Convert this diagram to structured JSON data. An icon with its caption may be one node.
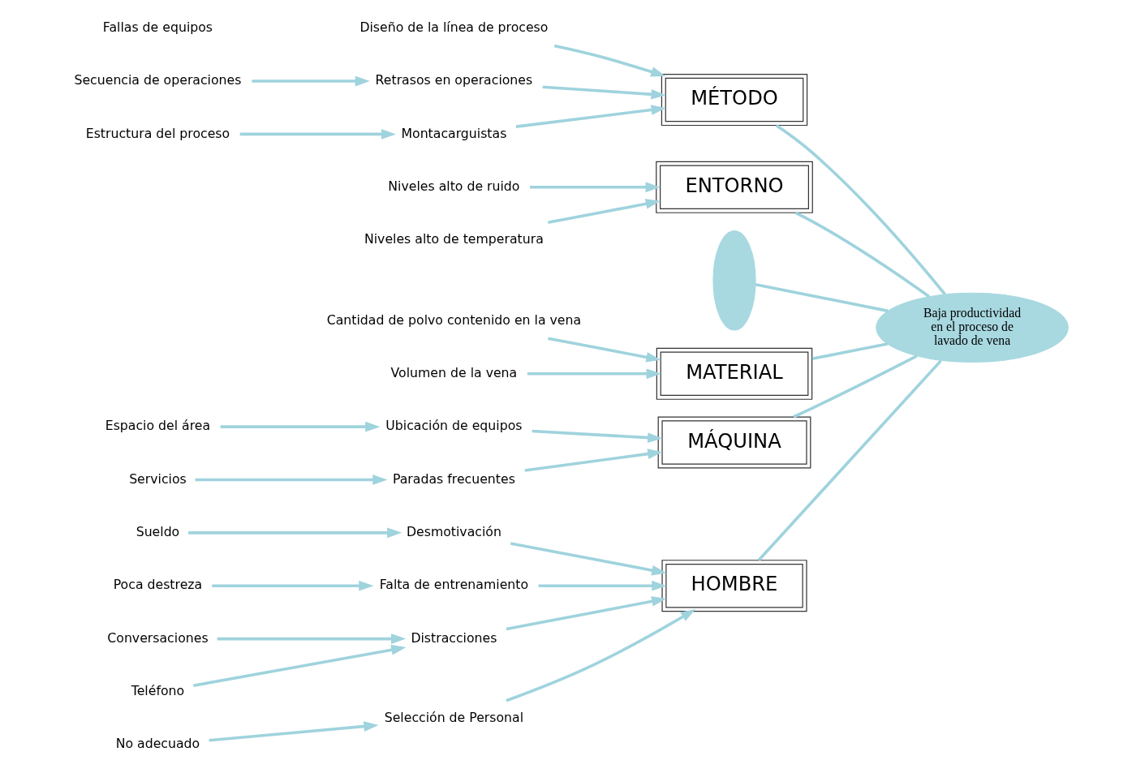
{
  "diagram": {
    "nodes": [
      {
        "text": [
          "HOMBRE"
        ]
      },
      {
        "text": [
          "MÉTODO"
        ]
      },
      {
        "text": [
          "ENTORNO"
        ]
      },
      {
        "text": [
          "Desmotivación"
        ]
      },
      {
        "text": [
          "Sueldo"
        ]
      },
      {
        "text": [
          "Poca destreza"
        ]
      },
      {
        "text": [
          "Falta de entrenamiento"
        ]
      },
      {
        "text": [
          "Conversaciones"
        ]
      },
      {
        "text": [
          "Distracciones"
        ]
      },
      {
        "text": [
          "Teléfono"
        ]
      },
      {
        "text": [
          "No adecuado"
        ]
      },
      {
        "text": [
          "Selección de Personal"
        ]
      },
      {
        "text": [
          "Diseño de la línea de proceso"
        ]
      },
      {
        "text": [
          "Secuencia de operaciones"
        ]
      },
      {
        "text": [
          "Retrasos en operaciones"
        ]
      },
      {
        "text": [
          "Estructura del proceso"
        ]
      },
      {
        "text": [
          "Montacarguistas"
        ]
      },
      {
        "text": [
          "Niveles alto de ruido"
        ]
      },
      {
        "text": [
          "Niveles alto de temperatura"
        ]
      },
      {
        "text": [],
        "shape": "crescent"
      },
      {
        "text": [
          "Baja productividad en el proceso de lavado de vena"
        ]
      },
      {
        "text": [
          "Espacio del área"
        ]
      },
      {
        "text": [
          "Ubicación de equipos"
        ]
      },
      {
        "text": [
          "Paradas frecuentes"
        ]
      },
      {
        "text": [
          "Servicios"
        ]
      },
      {
        "text": [
          "Cantidad de polvo contenido en la vena"
        ]
      },
      {
        "text": [
          "Volumen de la vena"
        ]
      },
      {
        "text": [
          "MATERIAL"
        ]
      },
      {
        "text": [
          "MÁQUINA"
        ]
      }
    ],
    "edges": [
      {
        "from": 4,
        "to": 3,
        "arrow": "to"
      },
      {
        "from": 3,
        "to": 0,
        "arrow": "to"
      },
      {
        "from": 5,
        "to": 6,
        "arrow": "to"
      },
      {
        "from": 6,
        "to": 0,
        "arrow": "to"
      },
      {
        "from": 7,
        "to": 8,
        "arrow": "to"
      },
      {
        "from": 9,
        "to": 8,
        "arrow": "to"
      },
      {
        "from": 8,
        "to": 0,
        "arrow": "to"
      },
      {
        "from": 10,
        "to": 11,
        "arrow": "to"
      },
      {
        "from": 11,
        "to": 0,
        "arrow": "to"
      },
      {
        "from": 12,
        "to": 1,
        "arrow": "to"
      },
      {
        "from": 13,
        "to": 14,
        "arrow": "to"
      },
      {
        "from": 14,
        "to": 1,
        "arrow": "to"
      },
      {
        "from": 15,
        "to": 16,
        "arrow": "to"
      },
      {
        "from": 16,
        "to": 1,
        "arrow": "to"
      },
      {
        "from": 17,
        "to": 2,
        "arrow": "to"
      },
      {
        "from": 18,
        "to": 2,
        "arrow": "to"
      },
      {
        "from": 21,
        "to": 22,
        "arrow": "to"
      },
      {
        "from": 22,
        "to": 28,
        "arrow": "to"
      },
      {
        "from": 24,
        "to": 23,
        "arrow": "to"
      },
      {
        "from": 23,
        "to": 28,
        "arrow": "to"
      },
      {
        "from": 25,
        "to": 27,
        "arrow": "to"
      },
      {
        "from": 26,
        "to": 27,
        "arrow": "to"
      },
      {
        "from": 0,
        "to": 20,
        "arrow": "none"
      },
      {
        "from": 1,
        "to": 20,
        "arrow": "none"
      },
      {
        "from": 2,
        "to": 20,
        "arrow": "none"
      },
      {
        "from": 27,
        "to": 20,
        "arrow": "none"
      },
      {
        "from": 28,
        "to": 20,
        "arrow": "none"
      },
      {
        "from": 19,
        "to": 20,
        "arrow": "none"
      }
    ],
    "labels": [
      "Fallas de equipos"
    ]
  }
}
